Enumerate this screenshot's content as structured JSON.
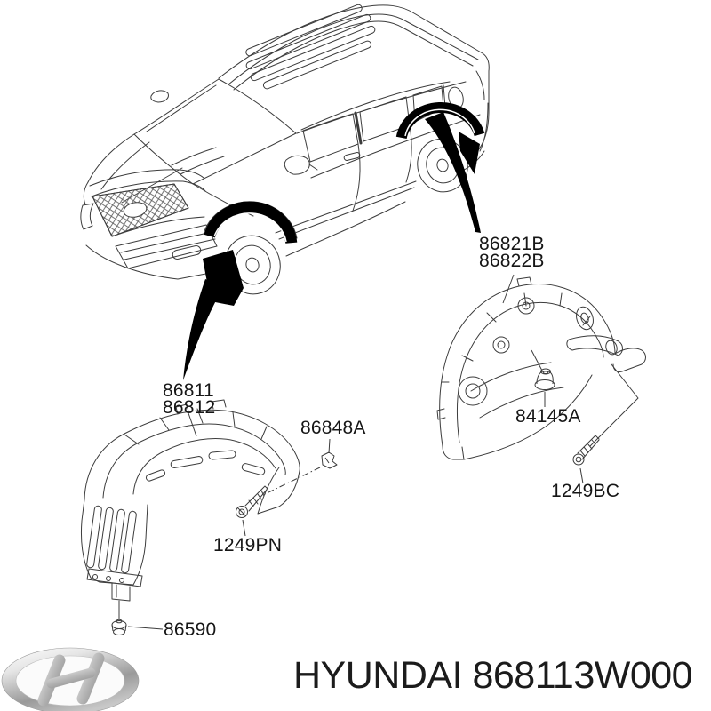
{
  "page": {
    "background": "#ffffff"
  },
  "part_labels": {
    "front_liner_top": "86811",
    "front_liner_bottom": "86812",
    "rear_liner_top": "86821B",
    "rear_liner_bottom": "86822B",
    "clip": "86848A",
    "nut": "84145A",
    "front_screw": "1249PN",
    "rear_screw": "1249BC",
    "grommet": "86590"
  },
  "footer": {
    "title": "HYUNDAI 868113W000"
  },
  "icons": {
    "logo": "hyundai-logo",
    "front_arrow": "front-wheel-arrow",
    "rear_arrow": "rear-wheel-arrow"
  },
  "colors": {
    "line": "#3c3c3c",
    "text": "#161616",
    "highlight": "#000000",
    "chrome_light": "#f2f2f2",
    "chrome_dark": "#8e8e8e"
  }
}
